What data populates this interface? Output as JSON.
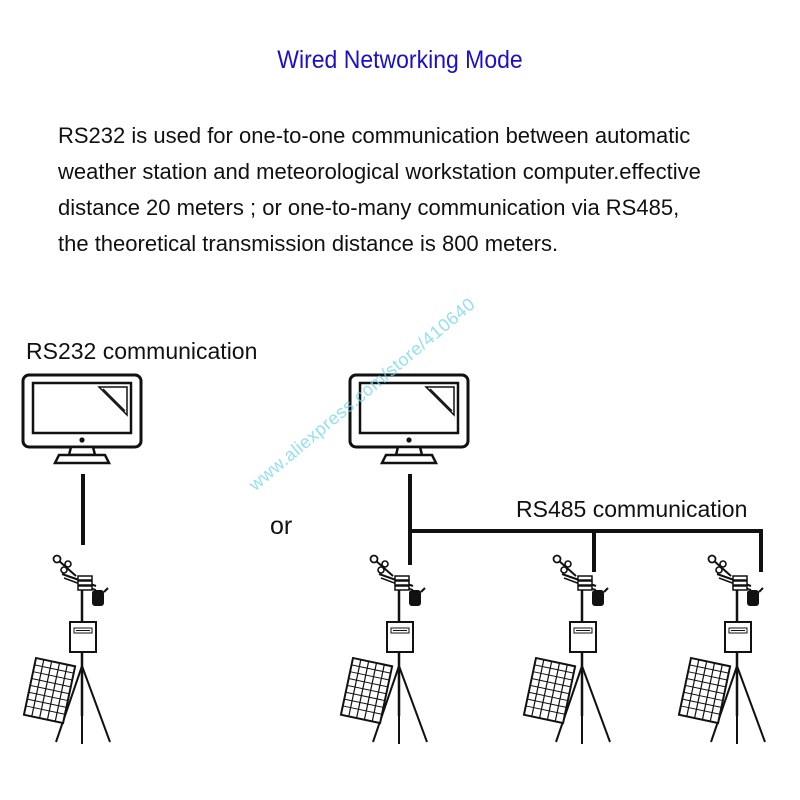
{
  "header": {
    "title": "Wired Networking Mode"
  },
  "description": {
    "lines": [
      "RS232 is used for one-to-one communication between automatic",
      "weather station and meteorological workstation computer.effective",
      "distance 20 meters ; or one-to-many communication via RS485,",
      "the theoretical transmission distance is 800 meters."
    ]
  },
  "diagram": {
    "rs232_label": "RS232 communication",
    "or_label": "or",
    "rs485_label": "RS485 communication",
    "watermark": "www.aliexpress.com/store/410640",
    "colors": {
      "title": "#1a10cc",
      "watermark": "#6fd6ee",
      "lines": "#111111"
    },
    "icons": [
      "computer-monitor-icon",
      "weather-station-icon",
      "solar-panel-icon"
    ]
  }
}
